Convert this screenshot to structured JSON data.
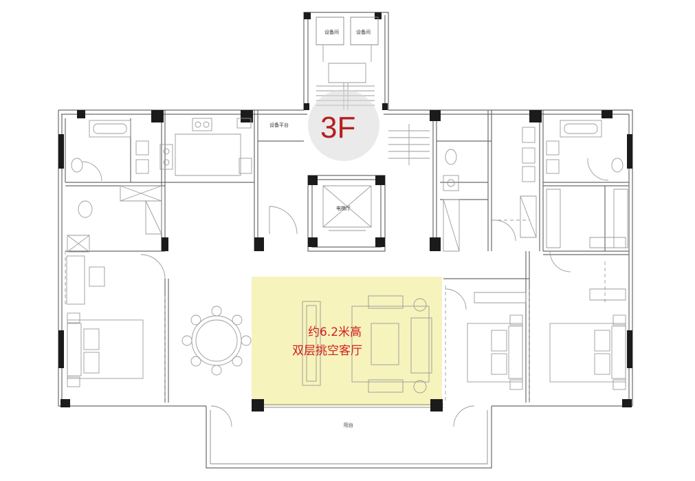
{
  "floor_label": "3F",
  "highlight": {
    "line1": "约6.2米高",
    "line2": "双层挑空客厅",
    "color": "#d21c1c",
    "zone_color": "#f5f2b5"
  },
  "rooms": {
    "equipment_room_left": "设备间",
    "equipment_room_right": "设备间",
    "equipment_platform": "设备平台",
    "elevator_hall": "电梯厅",
    "balcony": "阳台"
  },
  "colors": {
    "floor_label": "#b61f1f",
    "wall": "#6a6a6a",
    "column": "#1b1b1b"
  }
}
